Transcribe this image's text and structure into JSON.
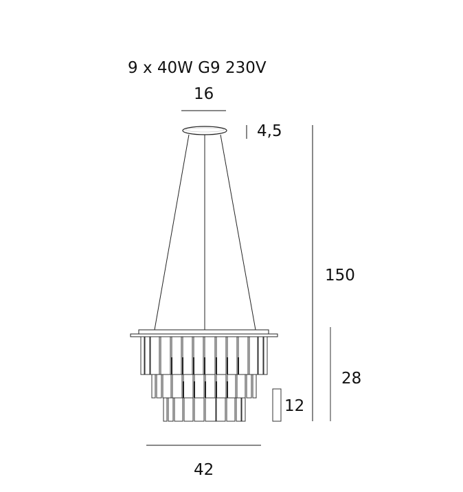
{
  "spec": {
    "bulbs": "9 x 40W G9 230V"
  },
  "dimensions": {
    "canopy_diameter": "16",
    "canopy_height": "4,5",
    "total_height": "150",
    "body_height": "28",
    "rod_tier_height": "12",
    "body_diameter": "42"
  },
  "colors": {
    "line": "#111111",
    "dim_line_gray": "#777777",
    "background": "#ffffff"
  }
}
